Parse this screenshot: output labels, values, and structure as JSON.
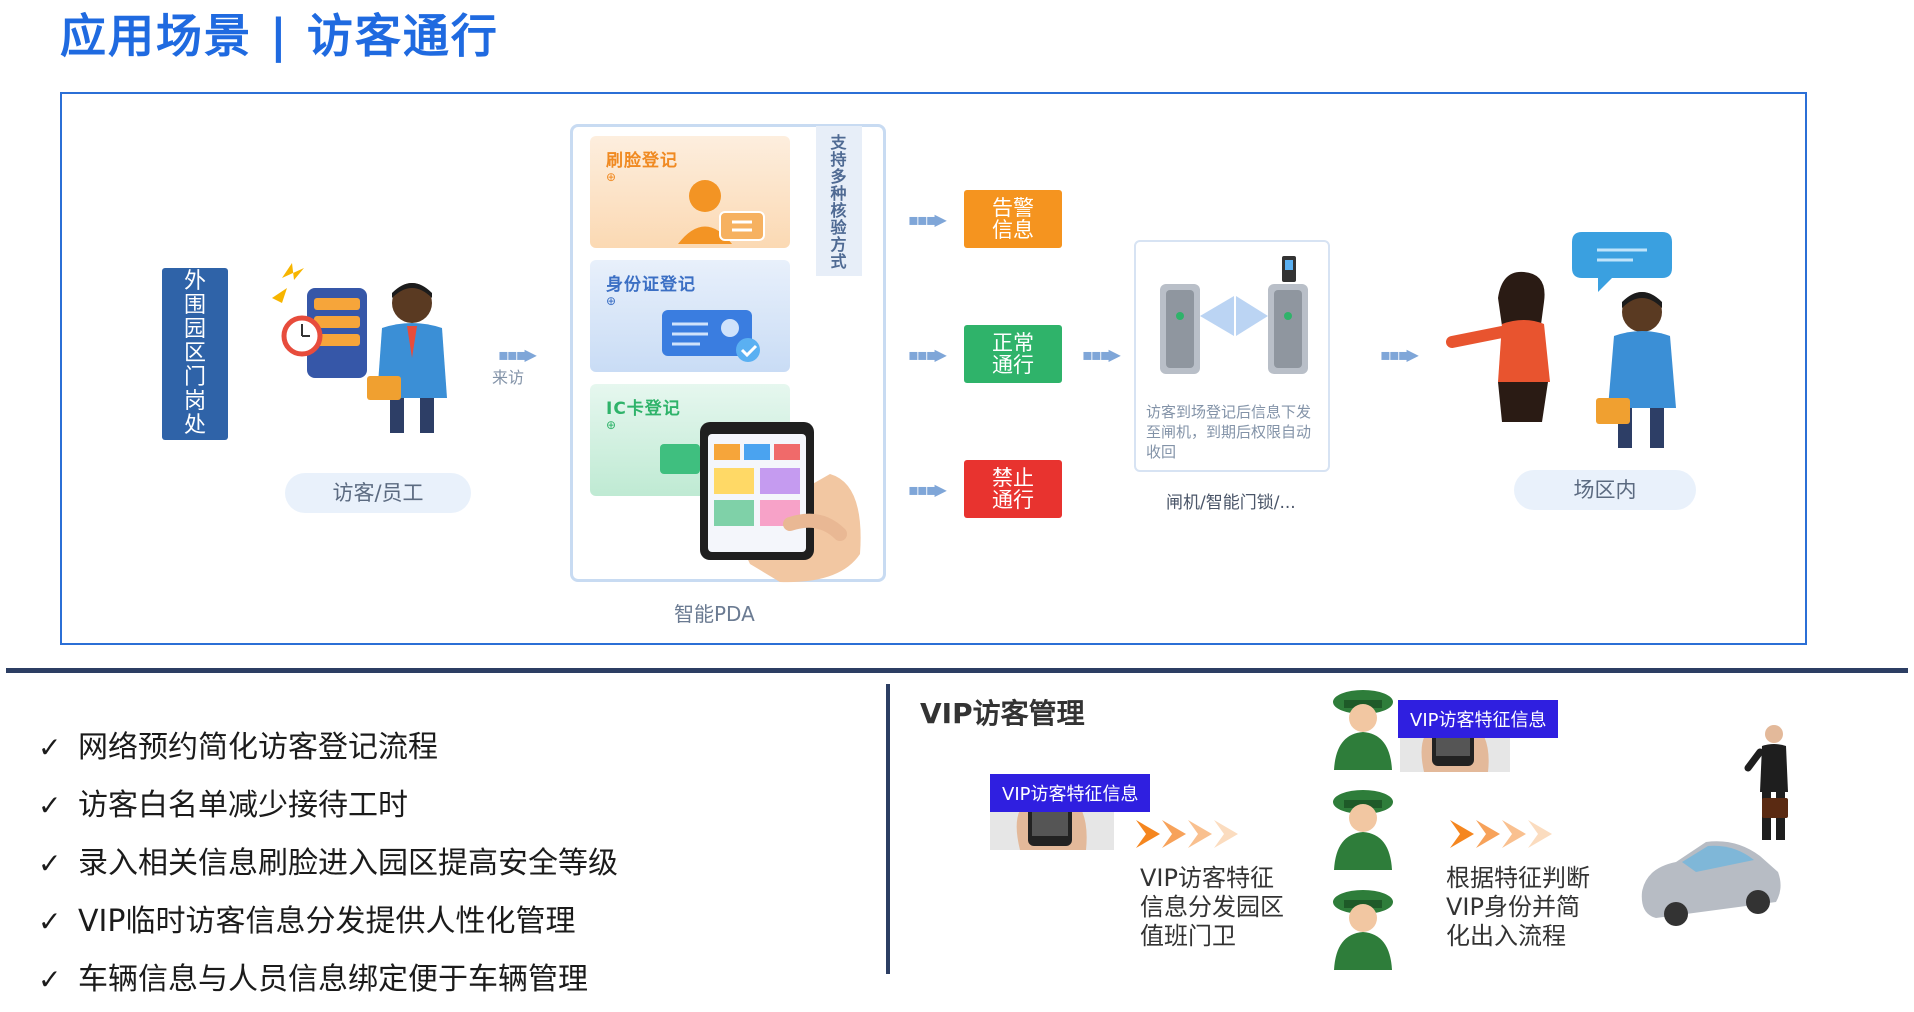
{
  "title": "应用场景 | 访客通行",
  "diagram": {
    "gate_post": "外围园区门岗处",
    "visitor_label": "访客/员工",
    "arrive_label": "来访",
    "pda_caption": "智能PDA",
    "support_text": "支持多种核验方式",
    "cards": [
      {
        "label": "刷脸登记"
      },
      {
        "label": "身份证登记"
      },
      {
        "label": "IC卡登记"
      }
    ],
    "statuses": {
      "alarm": "告警信息",
      "normal": "正常通行",
      "forbid": "禁止通行"
    },
    "gate_desc": "访客到场登记后信息下发至闸机，到期后权限自动收回",
    "gate_caption": "闸机/智能门锁/...",
    "park_label": "场区内",
    "colors": {
      "accent": "#1f6ae0",
      "alarm": "#f5941f",
      "normal": "#2fb36a",
      "forbid": "#e8332f"
    }
  },
  "bullets": [
    "网络预约简化访客登记流程",
    "访客白名单减少接待工时",
    "录入相关信息刷脸进入园区提高安全等级",
    "VIP临时访客信息分发提供人性化管理",
    "车辆信息与人员信息绑定便于车辆管理"
  ],
  "check_mark": "✓",
  "vip": {
    "title": "VIP访客管理",
    "tag1": "VIP访客特征信息",
    "tag2": "VIP访客特征信息",
    "desc1": [
      "VIP访客特征",
      "信息分发园区",
      "值班门卫"
    ],
    "desc2": [
      "根据特征判断",
      "VIP身份并简",
      "化出入流程"
    ]
  }
}
